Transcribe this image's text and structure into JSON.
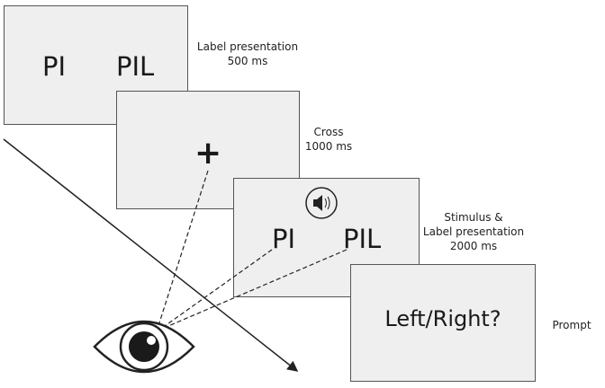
{
  "screens": [
    {
      "left_label": "PI",
      "right_label": "PIL",
      "caption": [
        "Label presentation",
        "500 ms"
      ]
    },
    {
      "symbol": "+",
      "caption": [
        "Cross",
        "1000 ms"
      ]
    },
    {
      "icon": "speaker-icon",
      "left_label": "PI",
      "right_label": "PIL",
      "caption": [
        "Stimulus &",
        "Label presentation",
        "2000 ms"
      ]
    },
    {
      "text": "Left/Right?",
      "caption": [
        "Prompt"
      ]
    }
  ]
}
